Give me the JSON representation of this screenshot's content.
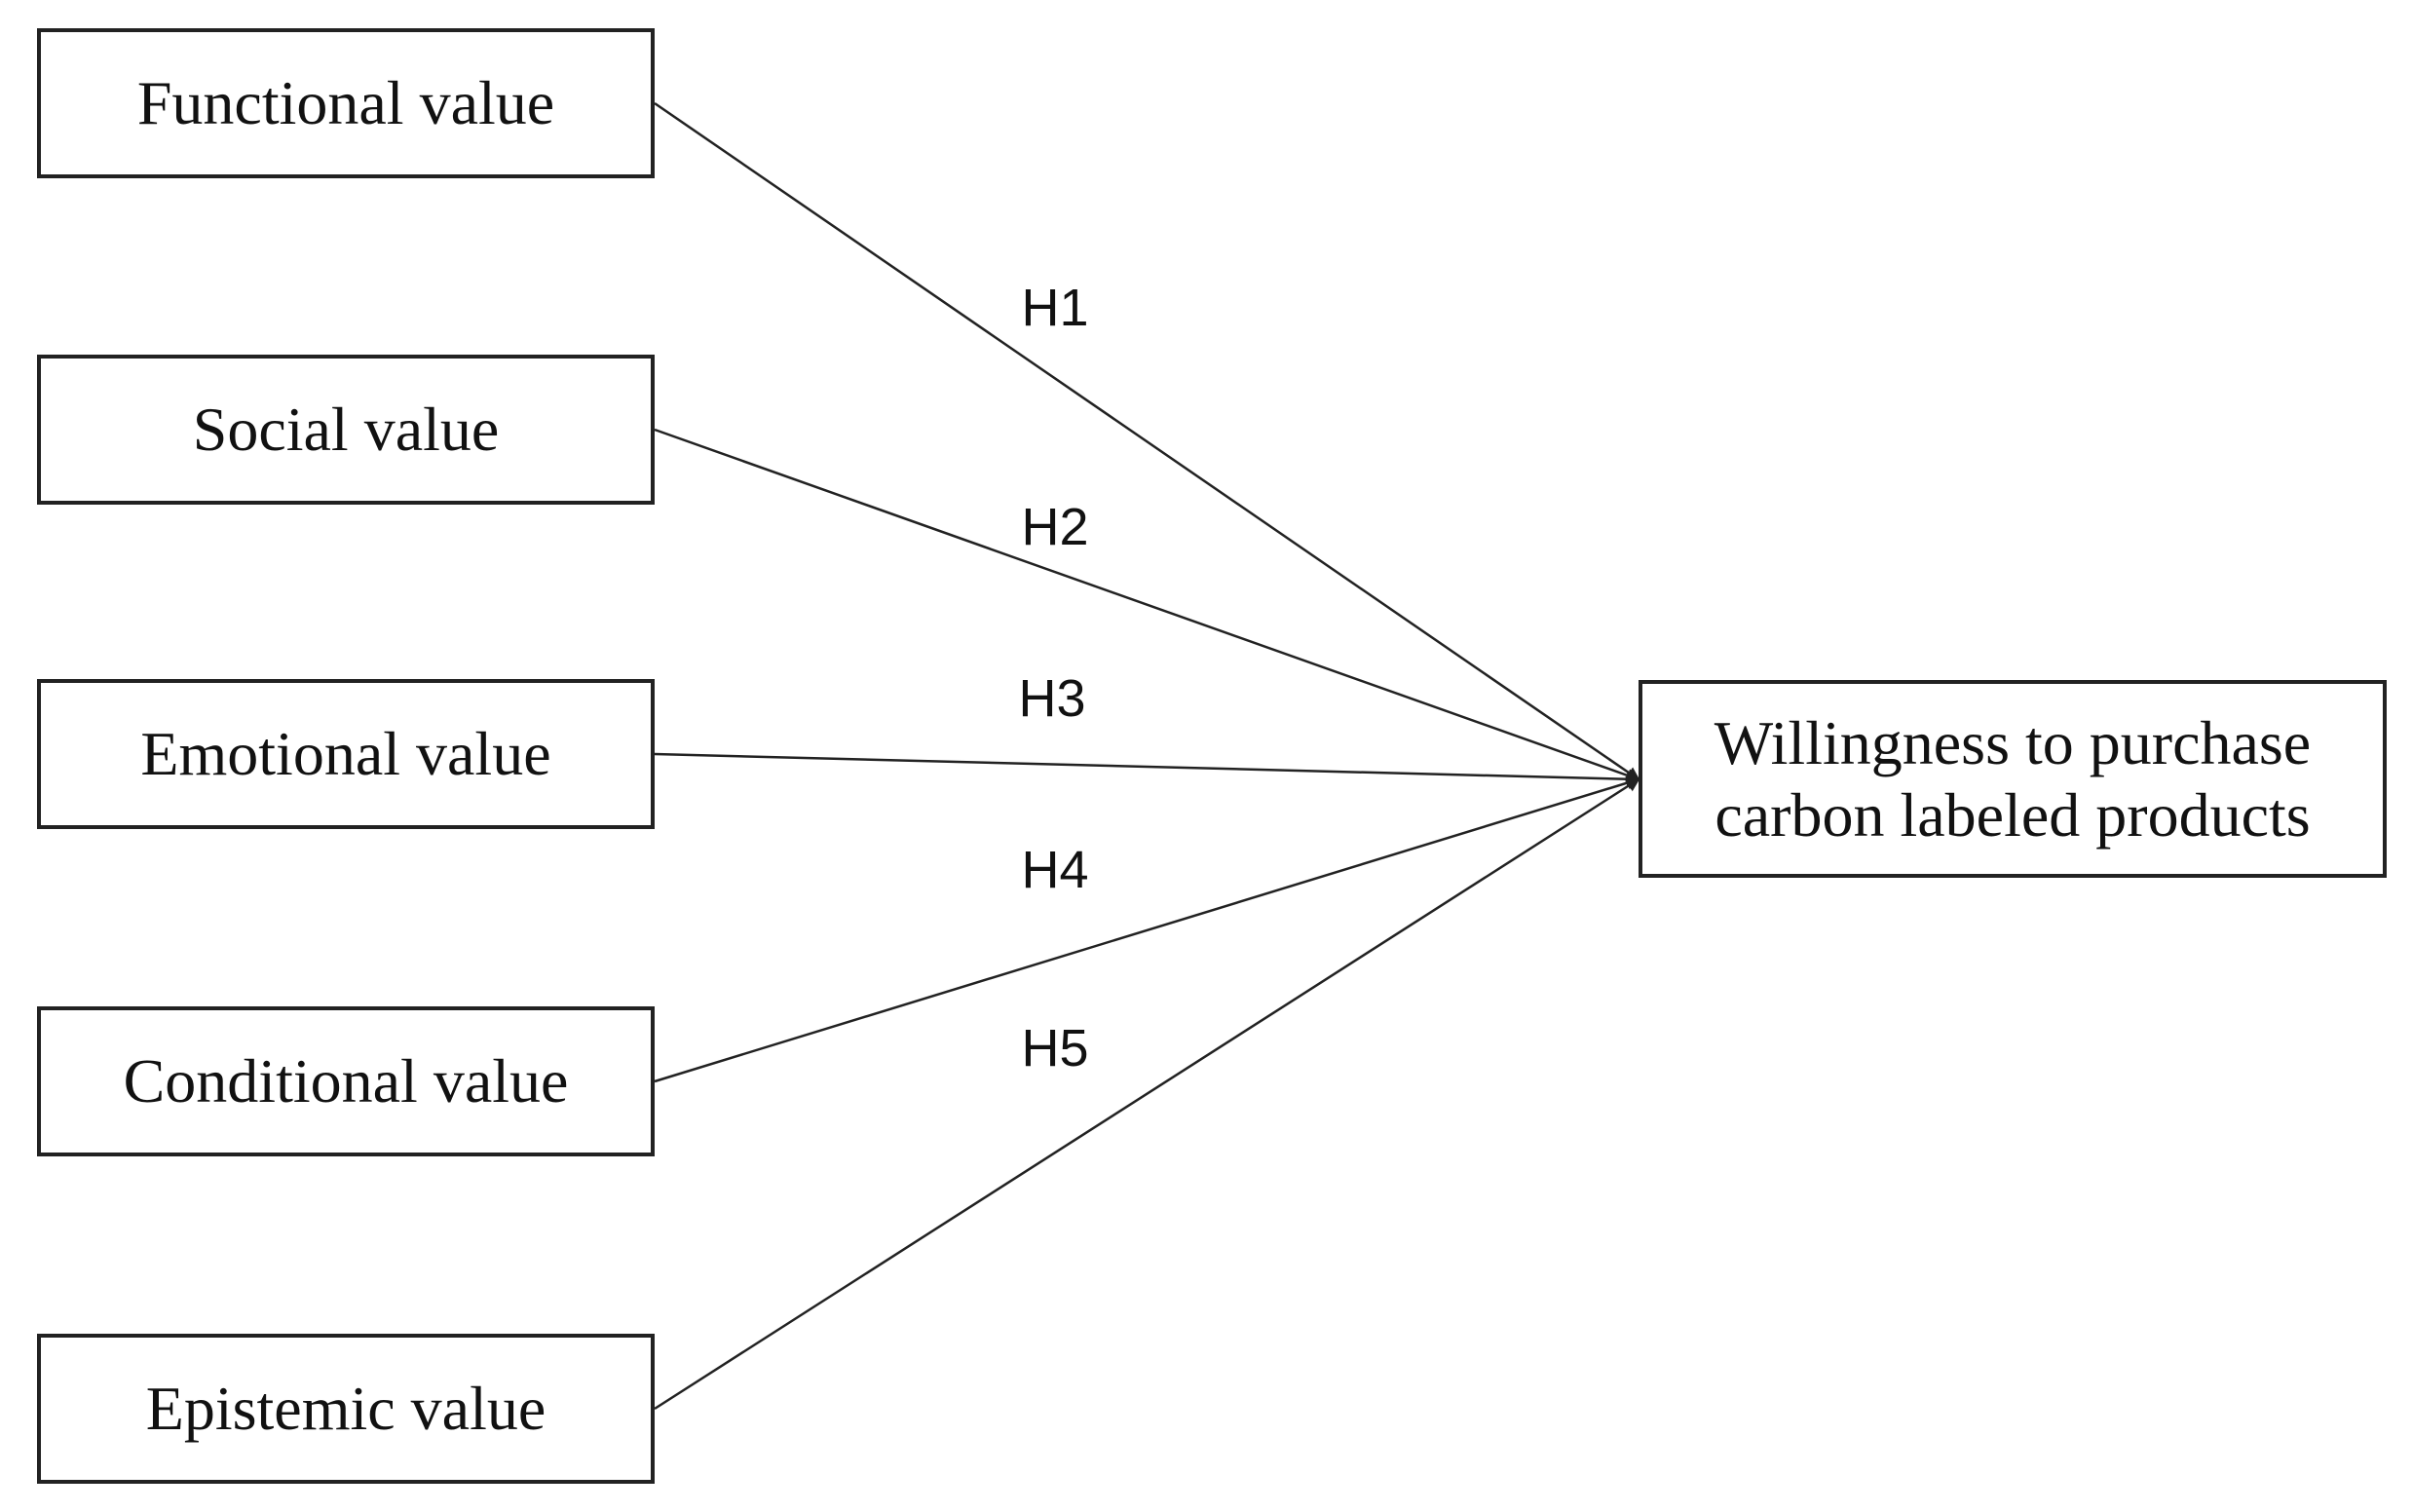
{
  "constructs": [
    {
      "id": "functional",
      "label": "Functional value"
    },
    {
      "id": "social",
      "label": "Social value"
    },
    {
      "id": "emotional",
      "label": "Emotional value"
    },
    {
      "id": "conditional",
      "label": "Conditional value"
    },
    {
      "id": "epistemic",
      "label": "Epistemic value"
    }
  ],
  "outcome": {
    "line1": "Willingness to purchase",
    "line2": "carbon labeled products"
  },
  "hypotheses": [
    {
      "label": "H1",
      "from": "functional",
      "to": "outcome"
    },
    {
      "label": "H2",
      "from": "social",
      "to": "outcome"
    },
    {
      "label": "H3",
      "from": "emotional",
      "to": "outcome"
    },
    {
      "label": "H4",
      "from": "conditional",
      "to": "outcome"
    },
    {
      "label": "H5",
      "from": "epistemic",
      "to": "outcome"
    }
  ],
  "colors": {
    "line": "#222222",
    "text": "#111111",
    "background": "#ffffff"
  }
}
